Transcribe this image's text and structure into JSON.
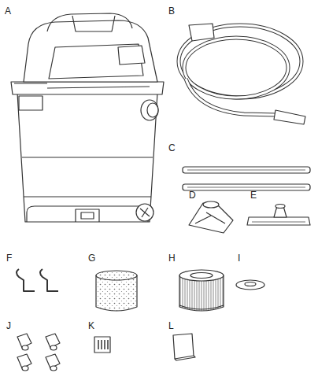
{
  "diagram": {
    "labels": [
      "A",
      "B",
      "C",
      "D",
      "E",
      "F",
      "G",
      "H",
      "I",
      "J",
      "K",
      "L"
    ]
  }
}
